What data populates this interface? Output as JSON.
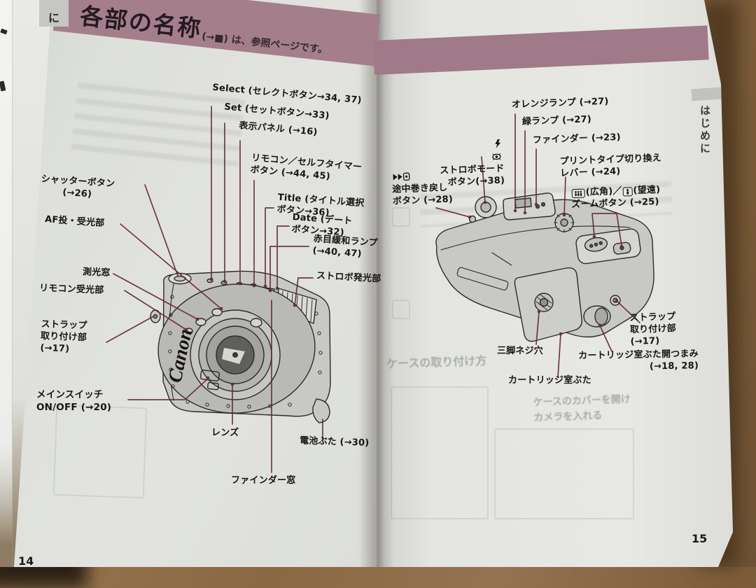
{
  "book": {
    "left_page_number": "14",
    "right_page_number": "15",
    "section_tab_left": "に",
    "section_tab_right": "はじめに"
  },
  "header": {
    "title": "各部の名称",
    "note": "(→■) は、参照ページです。"
  },
  "left_page": {
    "canon_logo": "Canon",
    "labels": [
      {
        "text": "Select (セレクトボタン→34, 37)"
      },
      {
        "text": "Set (セットボタン→33)"
      },
      {
        "text": "表示パネル (→16)"
      },
      {
        "text": "リモコン／セルフタイマー\nボタン (→44, 45)"
      },
      {
        "text": "Title (タイトル選択\nボタン→36)"
      },
      {
        "text": "Date (デート\nボタン→32)"
      },
      {
        "text": "赤目緩和ランプ\n(→40, 47)"
      },
      {
        "text": "ストロボ発光部"
      },
      {
        "text": "シャッターボタン\n(→26)"
      },
      {
        "text": "AF投・受光部"
      },
      {
        "text": "測光窓"
      },
      {
        "text": "リモコン受光部"
      },
      {
        "text": "ストラップ\n取り付け部\n(→17)"
      },
      {
        "text": "メインスイッチ\nON/OFF (→20)"
      },
      {
        "text": "レンズ"
      },
      {
        "text": "電池ぶた (→30)"
      },
      {
        "text": "ファインダー窓"
      }
    ]
  },
  "right_page": {
    "labels": [
      {
        "text": "オレンジランプ (→27)"
      },
      {
        "text": "緑ランプ (→27)"
      },
      {
        "text": "ファインダー (→23)"
      },
      {
        "icons": [
          "flash-bolt",
          "red-eye"
        ],
        "text": "ストロボモード\nボタン(→38)"
      },
      {
        "text": "プリントタイプ切り換え\nレバー (→24)"
      },
      {
        "icons": [
          "midroll-rewind"
        ],
        "text": "途中巻き戻し\nボタン (→28)"
      },
      {
        "icons": [
          "wide-angle",
          "telephoto"
        ],
        "wide": "(広角)",
        "sep": "／",
        "tele": "(望遠)",
        "line2": "ズームボタン (→25)"
      },
      {
        "text": "ストラップ\n取り付け部\n(→17)"
      },
      {
        "text": "三脚ネジ穴"
      },
      {
        "text": "カートリッジ室ぶた開つまみ\n(→18, 28)"
      },
      {
        "text": "カートリッジ室ぶた"
      }
    ],
    "bleed_through": {
      "heading": "ケースの取り付け方",
      "lines": "ケースのカバーを開け\nカメラを入れる"
    }
  },
  "colors": {
    "band": "#a57e8c",
    "leader_line": "#652a38",
    "paper": "#e2e3df",
    "wood": "#8a6843",
    "camera_body": "#c8c9c5"
  }
}
